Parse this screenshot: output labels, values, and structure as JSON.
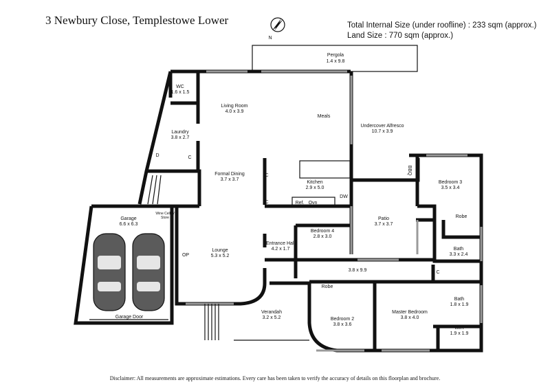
{
  "header": {
    "address": "3 Newbury Close, Templestowe Lower",
    "internal_size": "Total Internal Size (under roofline) :  233 sqm (approx.)",
    "land_size": "Land Size :  770 sqm (approx.)"
  },
  "compass": {
    "north_label": "N"
  },
  "rooms": [
    {
      "name": "Pergola",
      "dims": "1.4 x 9.8"
    },
    {
      "name": "WC",
      "dims": "1.6 x 1.5"
    },
    {
      "name": "Laundry",
      "dims": "3.8 x 2.7"
    },
    {
      "name": "Living Room",
      "dims": "4.0 x 3.9"
    },
    {
      "name": "Meals",
      "dims": ""
    },
    {
      "name": "Undercover Alfresco",
      "dims": "10.7 x 3.9"
    },
    {
      "name": "Formal Dining",
      "dims": "3.7 x 3.7"
    },
    {
      "name": "Kitchen",
      "dims": "2.9 x 5.0"
    },
    {
      "name": "Bedroom 3",
      "dims": "3.5 x 3.4"
    },
    {
      "name": "Garage",
      "dims": "6.6 x 6.3"
    },
    {
      "name": "Patio",
      "dims": "3.7 x 3.7"
    },
    {
      "name": "Bedroom 4",
      "dims": "2.8 x 3.0"
    },
    {
      "name": "Lounge",
      "dims": "5.3 x 5.2"
    },
    {
      "name": "Entrance Hall",
      "dims": "4.2 x 1.7"
    },
    {
      "name": "Bath",
      "dims": "3.3 x 2.4"
    },
    {
      "name": "",
      "dims": "3.8 x 9.9"
    },
    {
      "name": "Verandah",
      "dims": "3.2 x 5.2"
    },
    {
      "name": "Bedroom 2",
      "dims": "3.8 x 3.6"
    },
    {
      "name": "Master Bedroom",
      "dims": "3.8 x 4.0"
    },
    {
      "name": "Bath",
      "dims": "1.8 x 1.9"
    },
    {
      "name": "WIR",
      "dims": "1.9 x 1.9"
    }
  ],
  "labels": {
    "garage_door": "Garage Door",
    "wine_cellar": "Wine Cellar/",
    "store": "Store",
    "op": "OP",
    "ref": "Ref.",
    "ovn": "Ovn",
    "dw": "DW",
    "bbq": "BBQ",
    "robe_1": "Robe",
    "robe_2": "Robe",
    "c_laundry": "C",
    "c_dining_1": "C",
    "c_dining_2": "C",
    "c_hall": "C",
    "d_laundry": "D"
  },
  "footer": {
    "disclaimer": "Disclaimer: All measurements are approximate estimations. Every care has been taken to verify the accuracy of details on this floorplan and brochure."
  }
}
